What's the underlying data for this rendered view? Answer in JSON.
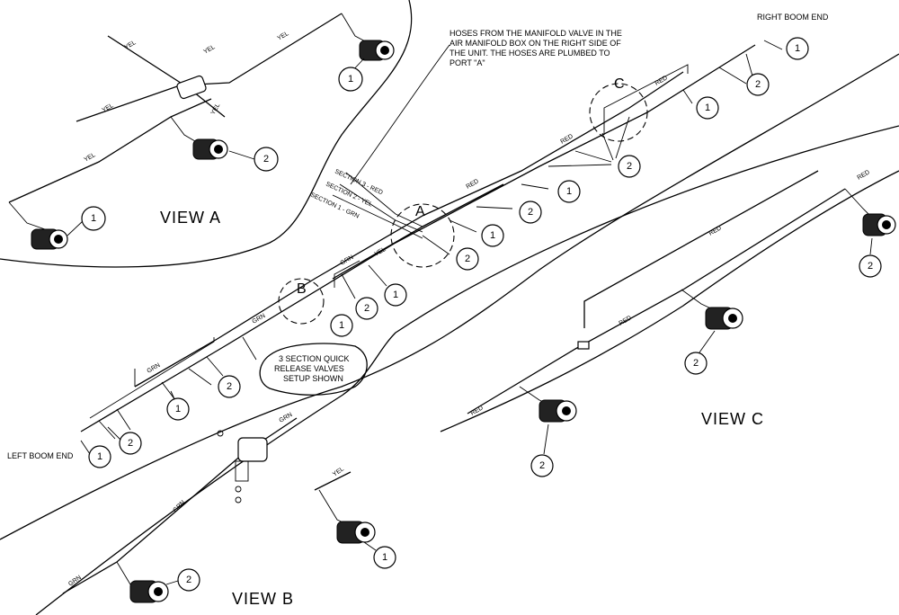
{
  "views": {
    "a": "VIEW A",
    "b": "VIEW B",
    "c": "VIEW C"
  },
  "labels": {
    "right_boom_end": "RIGHT BOOM END",
    "left_boom_end": "LEFT BOOM END",
    "note_lines": [
      "HOSES FROM THE MANIFOLD VALVE IN THE",
      "AIR MANIFOLD BOX ON THE RIGHT SIDE OF",
      "THE UNIT. THE HOSES ARE PLUMBED TO",
      "PORT \"A\""
    ],
    "quick_release_lines": [
      "3 SECTION QUICK",
      "RELEASE VALVES",
      "SETUP SHOWN"
    ],
    "section_3": "SECTION 3 - RED",
    "section_2": "SECTION 2 - YEL",
    "section_1": "SECTION 1 - GRN",
    "callout_a": "A",
    "callout_b": "B",
    "callout_c": "C"
  },
  "hose_colors": {
    "yel": "YEL",
    "grn": "GRN",
    "red": "RED"
  },
  "item_numbers": {
    "one": "1",
    "two": "2"
  }
}
